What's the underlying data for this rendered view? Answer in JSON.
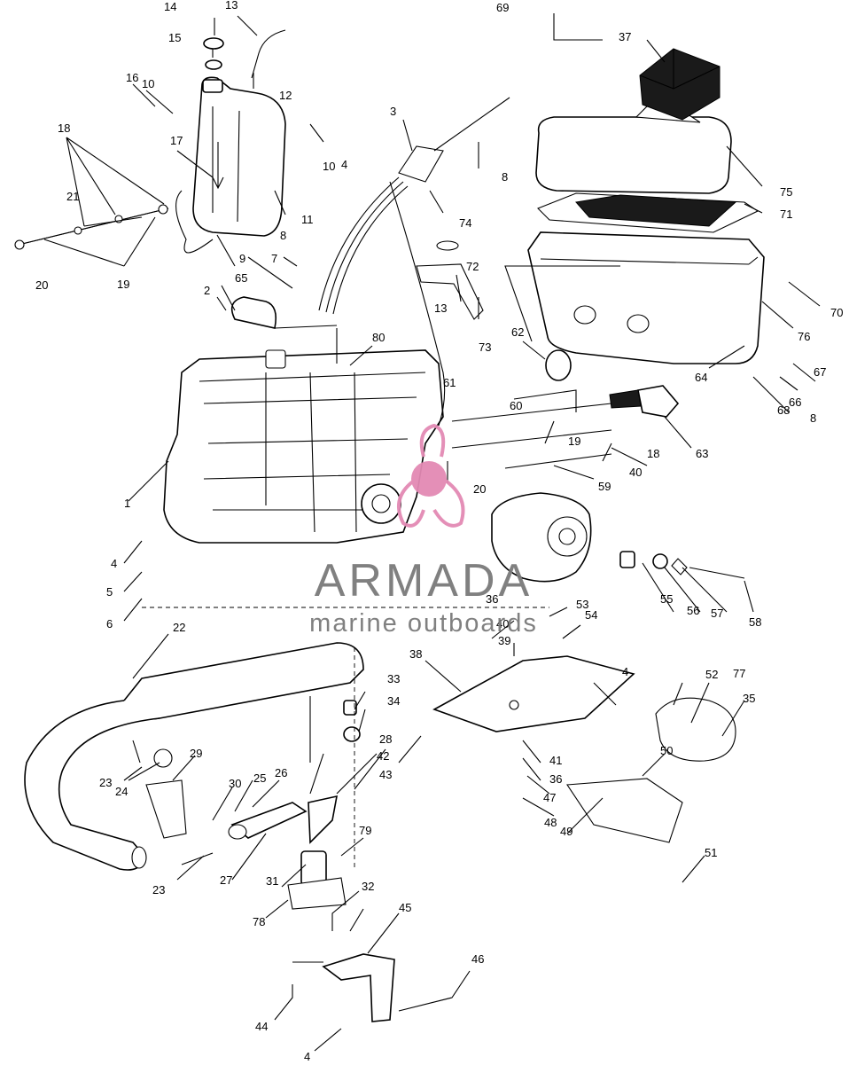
{
  "watermark": {
    "brand": "ARMADA",
    "tagline": "marine outboards",
    "accent_color": "#e38ab4",
    "text_color": "#7a7a7a"
  },
  "callouts": [
    {
      "id": "c1",
      "label": "1"
    },
    {
      "id": "c2",
      "label": "2"
    },
    {
      "id": "c3",
      "label": "3"
    },
    {
      "id": "c4a",
      "label": "4"
    },
    {
      "id": "c4b",
      "label": "4"
    },
    {
      "id": "c4c",
      "label": "4"
    },
    {
      "id": "c4d",
      "label": "4"
    },
    {
      "id": "c5",
      "label": "5"
    },
    {
      "id": "c6",
      "label": "6"
    },
    {
      "id": "c7",
      "label": "7"
    },
    {
      "id": "c8a",
      "label": "8"
    },
    {
      "id": "c8b",
      "label": "8"
    },
    {
      "id": "c8c",
      "label": "8"
    },
    {
      "id": "c9",
      "label": "9"
    },
    {
      "id": "c10a",
      "label": "10"
    },
    {
      "id": "c10b",
      "label": "10"
    },
    {
      "id": "c11",
      "label": "11"
    },
    {
      "id": "c12",
      "label": "12"
    },
    {
      "id": "c13a",
      "label": "13"
    },
    {
      "id": "c13b",
      "label": "13"
    },
    {
      "id": "c14",
      "label": "14"
    },
    {
      "id": "c15",
      "label": "15"
    },
    {
      "id": "c16",
      "label": "16"
    },
    {
      "id": "c17",
      "label": "17"
    },
    {
      "id": "c18a",
      "label": "18"
    },
    {
      "id": "c18b",
      "label": "18"
    },
    {
      "id": "c19a",
      "label": "19"
    },
    {
      "id": "c19b",
      "label": "19"
    },
    {
      "id": "c20a",
      "label": "20"
    },
    {
      "id": "c20b",
      "label": "20"
    },
    {
      "id": "c21",
      "label": "21"
    },
    {
      "id": "c22",
      "label": "22"
    },
    {
      "id": "c23a",
      "label": "23"
    },
    {
      "id": "c23b",
      "label": "23"
    },
    {
      "id": "c24",
      "label": "24"
    },
    {
      "id": "c25",
      "label": "25"
    },
    {
      "id": "c26",
      "label": "26"
    },
    {
      "id": "c27",
      "label": "27"
    },
    {
      "id": "c28",
      "label": "28"
    },
    {
      "id": "c29",
      "label": "29"
    },
    {
      "id": "c30",
      "label": "30"
    },
    {
      "id": "c31",
      "label": "31"
    },
    {
      "id": "c32",
      "label": "32"
    },
    {
      "id": "c33",
      "label": "33"
    },
    {
      "id": "c34",
      "label": "34"
    },
    {
      "id": "c35",
      "label": "35"
    },
    {
      "id": "c36a",
      "label": "36"
    },
    {
      "id": "c36b",
      "label": "36"
    },
    {
      "id": "c37",
      "label": "37"
    },
    {
      "id": "c38",
      "label": "38"
    },
    {
      "id": "c39",
      "label": "39"
    },
    {
      "id": "c40a",
      "label": "40"
    },
    {
      "id": "c40b",
      "label": "40"
    },
    {
      "id": "c41",
      "label": "41"
    },
    {
      "id": "c42",
      "label": "42"
    },
    {
      "id": "c43",
      "label": "43"
    },
    {
      "id": "c44",
      "label": "44"
    },
    {
      "id": "c45",
      "label": "45"
    },
    {
      "id": "c46",
      "label": "46"
    },
    {
      "id": "c47",
      "label": "47"
    },
    {
      "id": "c48",
      "label": "48"
    },
    {
      "id": "c49",
      "label": "49"
    },
    {
      "id": "c50",
      "label": "50"
    },
    {
      "id": "c51",
      "label": "51"
    },
    {
      "id": "c52",
      "label": "52"
    },
    {
      "id": "c53",
      "label": "53"
    },
    {
      "id": "c54",
      "label": "54"
    },
    {
      "id": "c55",
      "label": "55"
    },
    {
      "id": "c56",
      "label": "56"
    },
    {
      "id": "c57",
      "label": "57"
    },
    {
      "id": "c58",
      "label": "58"
    },
    {
      "id": "c59",
      "label": "59"
    },
    {
      "id": "c60",
      "label": "60"
    },
    {
      "id": "c61",
      "label": "61"
    },
    {
      "id": "c62",
      "label": "62"
    },
    {
      "id": "c63",
      "label": "63"
    },
    {
      "id": "c64",
      "label": "64"
    },
    {
      "id": "c65",
      "label": "65"
    },
    {
      "id": "c66",
      "label": "66"
    },
    {
      "id": "c67",
      "label": "67"
    },
    {
      "id": "c68",
      "label": "68"
    },
    {
      "id": "c69",
      "label": "69"
    },
    {
      "id": "c70",
      "label": "70"
    },
    {
      "id": "c71",
      "label": "71"
    },
    {
      "id": "c72",
      "label": "72"
    },
    {
      "id": "c73",
      "label": "73"
    },
    {
      "id": "c74",
      "label": "74"
    },
    {
      "id": "c75",
      "label": "75"
    },
    {
      "id": "c76",
      "label": "76"
    },
    {
      "id": "c77",
      "label": "77"
    },
    {
      "id": "c78",
      "label": "78"
    },
    {
      "id": "c79",
      "label": "79"
    },
    {
      "id": "c80",
      "label": "80"
    }
  ]
}
